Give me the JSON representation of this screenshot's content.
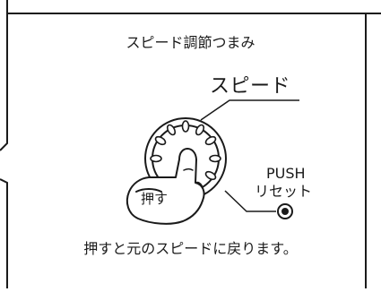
{
  "figure": {
    "title": "スピード調節つまみ",
    "dial_label": "スピード",
    "push_label": "PUSH",
    "reset_label": "リセット",
    "press_label": "押す",
    "caption": "押すと元のスピードに戻ります。"
  },
  "icons": {
    "dial": "speed-dial-knob-icon",
    "hand": "pressing-hand-icon",
    "reset_button": "reset-button-icon"
  },
  "colors": {
    "ink": "#1a1a1a",
    "background": "#ffffff"
  }
}
